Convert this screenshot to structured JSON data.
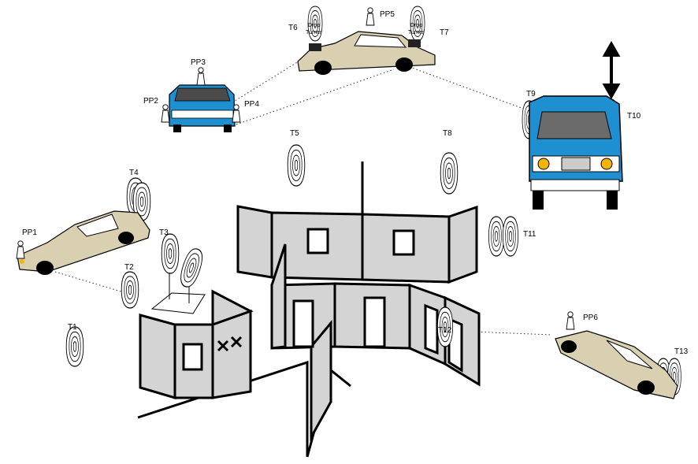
{
  "diagram": {
    "colors": {
      "wall": "#d4d4d4",
      "car_tan": "#d9cfb1",
      "car_blue": "#1e8fd1",
      "target_face": "#ffffff",
      "line": "#000000"
    },
    "labels": {
      "t1": "T1",
      "t2": "T2",
      "t3": "T3",
      "t4": "T4",
      "t5": "T5",
      "t6": "T6",
      "t7": "T7",
      "t8": "T8",
      "t9": "T9",
      "t10": "T10",
      "t11": "T11",
      "t12": "T12",
      "t13": "T13",
      "pp1": "PP1",
      "pp2": "PP2",
      "pp3": "PP3",
      "pp4": "PP4",
      "pp5": "PP5",
      "pp6": "PP6",
      "drop_a": "Drop",
      "turner_a": "Turner",
      "drop_b": "Drop",
      "turner_b": "Turner"
    },
    "icons": {
      "double_arrow": "up-down-arrow-icon",
      "no_shoot": "x-mark-icon"
    }
  }
}
